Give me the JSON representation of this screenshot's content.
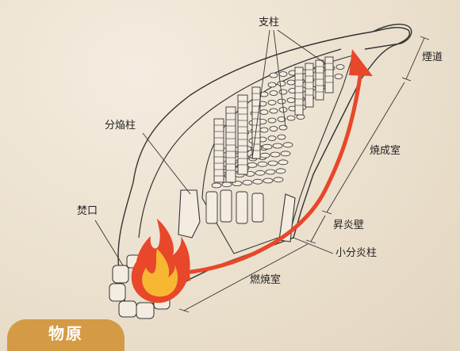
{
  "diagram": {
    "labels": {
      "pillar": "支柱",
      "chimney": "煙道",
      "flame_divider_pillar": "分焔柱",
      "firing_chamber": "焼成室",
      "firebox_mouth": "焚口",
      "rising_flame_wall": "昇炎壁",
      "small_flame_divider": "小分炎柱",
      "combustion_chamber": "燃焼室"
    },
    "colors": {
      "arrow": "#e8472a",
      "flame_outer": "#e8472a",
      "flame_inner": "#f7b733",
      "line": "#333333"
    }
  },
  "badge": {
    "label": "物原",
    "color": "#d49a45"
  }
}
